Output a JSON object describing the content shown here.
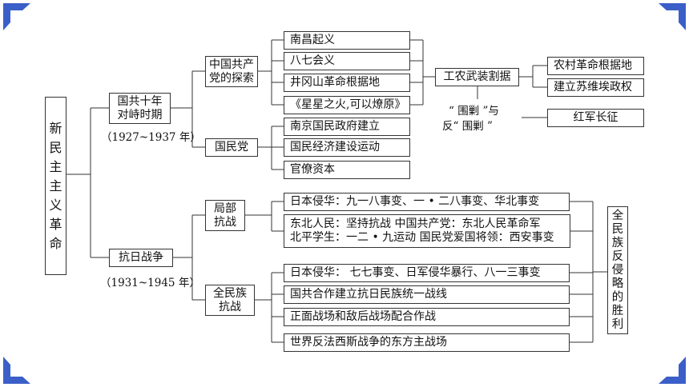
{
  "root": [
    "新",
    "民",
    "主",
    "主",
    "义",
    "革",
    "命"
  ],
  "period1": {
    "label_lines": [
      "国共十年",
      "对峙时期"
    ],
    "years": "（1927~1937 年）"
  },
  "period2": {
    "label": "抗日战争",
    "years": "（1931~1945 年）"
  },
  "ccp": {
    "label_lines": [
      "中国共产",
      "党的探索"
    ]
  },
  "kmt": {
    "label": "国民党"
  },
  "ccp_items": [
    "南昌起义",
    "八七会义",
    "井冈山革命根据地",
    "《星星之火,可以燎原》"
  ],
  "kmt_items": [
    "南京国民政府建立",
    "国民经济建设运动",
    "官僚资本"
  ],
  "armed": {
    "label": "工农武装割据"
  },
  "armed_items": [
    "农村革命根据地",
    "建立苏维埃政权"
  ],
  "encircle": {
    "line1": "“ 围剿 ”与",
    "line2": "反“ 围剿 ”"
  },
  "long_march": "红军长征",
  "partial": {
    "label_lines": [
      "局部",
      "抗战"
    ]
  },
  "full": {
    "label_lines": [
      "全民族",
      "抗战"
    ]
  },
  "partial_items": {
    "item1": "日本侵华：九一八事变、一 • 二八事变、华北事变",
    "item2_line1": "东北人民：坚持抗战  中国共产党：东北人民革命军",
    "item2_line2": "北平学生：一二 • 九运动  国民党爱国将领：西安事变"
  },
  "full_items": [
    "日本侵华：  七七事变、日军侵华暴行、八一三事变",
    "国共合作建立抗日民族统一战线",
    "正面战场和敌后战场配合作战",
    "世界反法西斯战争的东方主战场"
  ],
  "victory": [
    "全",
    "民",
    "族",
    "反",
    "侵",
    "略",
    "的",
    "胜",
    "利"
  ],
  "colors": {
    "corner": "#3b5fc8",
    "line": "#333333"
  }
}
